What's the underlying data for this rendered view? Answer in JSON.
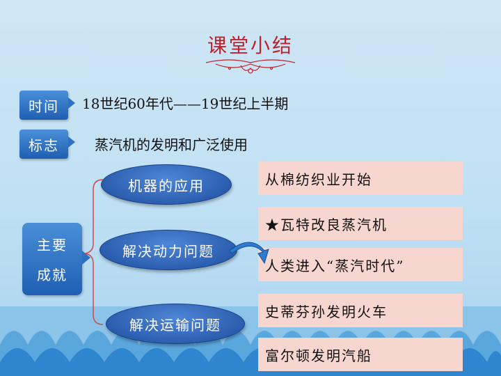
{
  "title": "课堂小结",
  "time": {
    "label": "时间",
    "text": "18世纪60年代——19世纪上半期"
  },
  "symbol": {
    "label": "标志",
    "text": "蒸汽机的发明和广泛使用"
  },
  "main": {
    "line1": "主要",
    "line2": "成就"
  },
  "ovals": [
    "机器的应用",
    "解决动力问题",
    "解决运输问题"
  ],
  "items": [
    "从棉纺织业开始",
    "★瓦特改良蒸汽机",
    "人类进入“蒸汽时代”",
    "史蒂芬孙发明火车",
    "富尔顿发明汽船"
  ],
  "colors": {
    "title": "#c0202a",
    "accent_blue": "#1f5fb3",
    "item_bg": "#f8d6d0",
    "brace": "#d14a4a"
  }
}
